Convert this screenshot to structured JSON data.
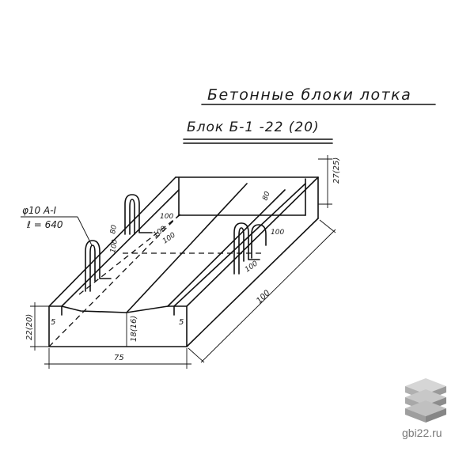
{
  "title": "Бетонные блоки лотка",
  "subtitle": "Блок Б-1 -22 (20)",
  "rebar": {
    "diameter_label": "φ10 А-I",
    "length_label": "ℓ = 640"
  },
  "dimensions": {
    "height_left": "22(20)",
    "inner_height": "18(16)",
    "height_right": "27(25)",
    "width": "75",
    "length": "100",
    "wall_left": "5",
    "wall_right": "5",
    "loop_height_1": "80",
    "loop_height_2": "80",
    "loop_offset_1": "100",
    "loop_offset_2": "100",
    "loop_offset_3": "100",
    "loop_offset_4": "100",
    "loop_spacing_1": "100",
    "loop_spacing_2": "100"
  },
  "watermark": {
    "text": "gbi22.ru",
    "icon": "stacked-blocks-icon",
    "icon_colors": [
      "#c8c8c8",
      "#a8a8a8",
      "#8c8c8c"
    ]
  }
}
